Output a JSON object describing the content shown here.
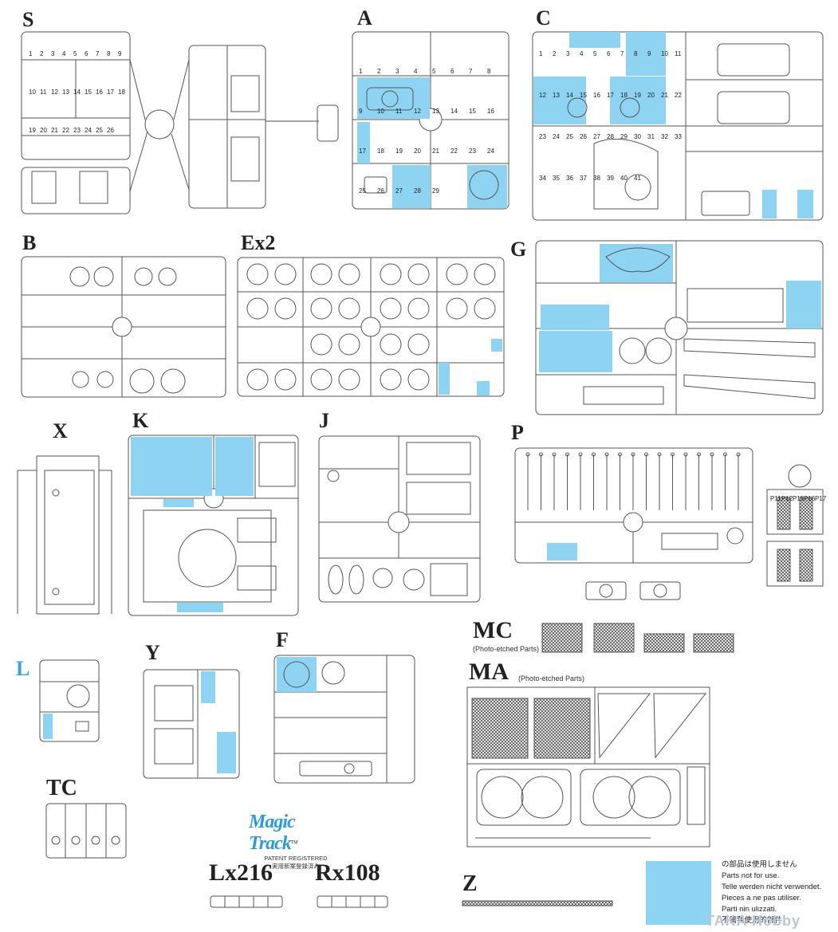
{
  "colors": {
    "line": "#555555",
    "highlight": "#8ed3f1",
    "label": "#222222",
    "label_accent": "#3aa3e3"
  },
  "sprues": [
    {
      "id": "S",
      "label": "S"
    },
    {
      "id": "A",
      "label": "A"
    },
    {
      "id": "C",
      "label": "C"
    },
    {
      "id": "B",
      "label": "B"
    },
    {
      "id": "Ex2",
      "label": "Ex2"
    },
    {
      "id": "G",
      "label": "G"
    },
    {
      "id": "X",
      "label": "X"
    },
    {
      "id": "K",
      "label": "K"
    },
    {
      "id": "J",
      "label": "J"
    },
    {
      "id": "P",
      "label": "P"
    },
    {
      "id": "L",
      "label": "L"
    },
    {
      "id": "Y",
      "label": "Y"
    },
    {
      "id": "F",
      "label": "F"
    },
    {
      "id": "MC",
      "label": "MC",
      "note": "(Photo-etched Parts)"
    },
    {
      "id": "MA",
      "label": "MA",
      "note": "(Photo-etched Parts)"
    },
    {
      "id": "TC",
      "label": "TC"
    },
    {
      "id": "Lx216",
      "label": "Lx216"
    },
    {
      "id": "Rx108",
      "label": "Rx108"
    },
    {
      "id": "Z",
      "label": "Z"
    }
  ],
  "magic_track": {
    "logo": "Magic Track",
    "tm": "TM",
    "line1": "PATENT REGISTERED",
    "line2": "実用新案登録済み"
  },
  "legend": {
    "lines": [
      "の部品は使用しません",
      "Parts not for use.",
      "Telle werden nicht verwendet.",
      "Pieces a ne pas utiliser.",
      "Parti nin ulizzati.",
      "不需要使用的部件"
    ]
  },
  "watermark": "TAKA Hobby",
  "part_numbers": {
    "S": [
      "1",
      "2",
      "3",
      "4",
      "5",
      "6",
      "7",
      "8",
      "9",
      "10",
      "11",
      "12",
      "13",
      "14",
      "15",
      "16",
      "17",
      "18",
      "19",
      "20",
      "21",
      "22",
      "23",
      "24",
      "25",
      "26"
    ],
    "A": [
      "1",
      "2",
      "3",
      "4",
      "5",
      "6",
      "7",
      "8",
      "9",
      "10",
      "11",
      "12",
      "13",
      "14",
      "15",
      "16",
      "17",
      "18",
      "19",
      "20",
      "21",
      "22",
      "23",
      "24",
      "25",
      "26",
      "27",
      "28",
      "29"
    ],
    "C": [
      "1",
      "2",
      "3",
      "4",
      "5",
      "6",
      "7",
      "8",
      "9",
      "10",
      "11",
      "12",
      "13",
      "14",
      "15",
      "16",
      "17",
      "18",
      "19",
      "20",
      "21",
      "22",
      "23",
      "24",
      "25",
      "26",
      "27",
      "28",
      "29",
      "30",
      "31",
      "32",
      "33",
      "34",
      "35",
      "36",
      "37",
      "38",
      "39",
      "40",
      "41"
    ],
    "P": [
      "P11",
      "P12",
      "P15",
      "P16",
      "P17"
    ]
  }
}
